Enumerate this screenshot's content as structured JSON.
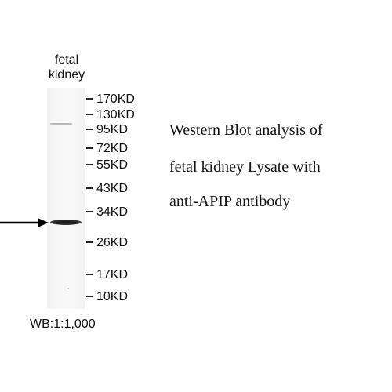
{
  "lane": {
    "label_line1": "fetal",
    "label_line2": "kidney"
  },
  "markers": [
    {
      "label": "170KD"
    },
    {
      "label": "130KD"
    },
    {
      "label": "95KD"
    },
    {
      "label": "72KD"
    },
    {
      "label": "55KD"
    },
    {
      "label": "43KD"
    },
    {
      "label": "34KD"
    },
    {
      "label": "26KD"
    },
    {
      "label": "17KD"
    },
    {
      "label": "10KD"
    }
  ],
  "description": {
    "line1": "Western Blot analysis of",
    "line2": "fetal kidney Lysate with",
    "line3": "anti-APIP antibody"
  },
  "dilution": "WB:1:1,000",
  "colors": {
    "band": "#151515",
    "text": "#111111",
    "background": "#ffffff"
  }
}
